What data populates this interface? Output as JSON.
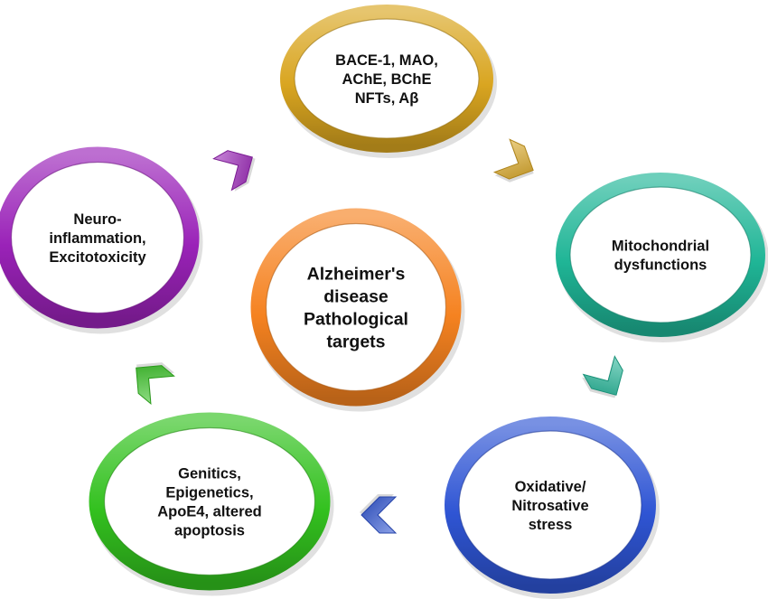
{
  "center": {
    "lines": [
      "Alzheimer's",
      "disease",
      "Pathological",
      "targets"
    ],
    "color": "#f58220"
  },
  "targets": [
    {
      "id": "enzymes",
      "lines": [
        "BACE-1, MAO,",
        "AChE, BChE",
        "NFTs, Aβ"
      ],
      "color": "#d9a520"
    },
    {
      "id": "mitochondria",
      "lines": [
        "Mitochondrial",
        "dysfunctions"
      ],
      "color": "#1fb596"
    },
    {
      "id": "oxidative-stress",
      "lines": [
        "Oxidative/",
        "Nitrosative",
        "stress"
      ],
      "color": "#2f55d4"
    },
    {
      "id": "genetics",
      "lines": [
        "Genitics,",
        "Epigenetics,",
        "ApoE4, altered",
        "apoptosis"
      ],
      "color": "#33c11f"
    },
    {
      "id": "neuroinflammation",
      "lines": [
        "Neuro-",
        "inflammation,",
        "Excitotoxicity"
      ],
      "color": "#9a22b8"
    }
  ],
  "arrows": [
    {
      "from": "neuroinflammation",
      "to": "enzymes",
      "color": "#9a22b8"
    },
    {
      "from": "enzymes",
      "to": "mitochondria",
      "color": "#d9a520"
    },
    {
      "from": "mitochondria",
      "to": "oxidative-stress",
      "color": "#1fb596"
    },
    {
      "from": "oxidative-stress",
      "to": "genetics",
      "color": "#2f55d4"
    },
    {
      "from": "genetics",
      "to": "neuroinflammation",
      "color": "#33c11f"
    }
  ]
}
